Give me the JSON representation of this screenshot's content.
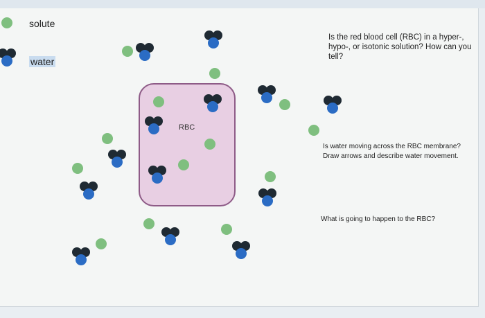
{
  "legend": {
    "solute_label": "solute",
    "water_label": "water"
  },
  "cell": {
    "label": "RBC"
  },
  "questions": {
    "q1": "Is the red blood cell (RBC) in a hyper-, hypo-, or isotonic solution? How can you tell?",
    "q2": "Is water moving across the RBC membrane? Draw arrows and describe water movement.",
    "q3": "What is going to happen to the RBC?"
  },
  "colors": {
    "solute": "#7fbf7f",
    "water_oxygen": "#2b6cc4",
    "water_hydrogen": "#1f2a33",
    "cell_fill": "#e8cfe3",
    "cell_border": "#8e5b87"
  },
  "icons": {
    "solute": "solute-molecule-icon",
    "water": "water-molecule-icon"
  }
}
